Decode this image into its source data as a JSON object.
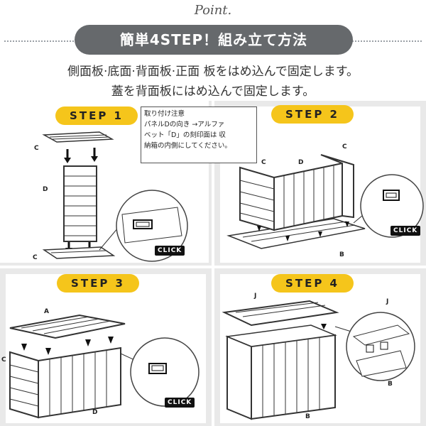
{
  "header": {
    "logo_text": "Point.",
    "title": "簡単4STEP！組み立て方法",
    "line1": "側面板·底面·背面板·正面 板をはめ込んで固定します。",
    "line2": "蓋を背面板にはめ込んで固定します。"
  },
  "note": {
    "line1": "取り付け注意",
    "line2": "パネルDの向き →アルファ",
    "line3": "ベット「D」の刻印面は 収",
    "line4": "納箱の内側にしてください。"
  },
  "steps": [
    {
      "label": "STEP 1"
    },
    {
      "label": "STEP 2"
    },
    {
      "label": "STEP 3"
    },
    {
      "label": "STEP 4"
    }
  ],
  "labels": {
    "c": "C",
    "d": "D",
    "b": "B",
    "a": "A",
    "j": "J"
  },
  "click_text": "CLICK",
  "colors": {
    "accent": "#f5c51b",
    "title_bg": "#66696c",
    "panel_bg": "#e9e9e9"
  }
}
